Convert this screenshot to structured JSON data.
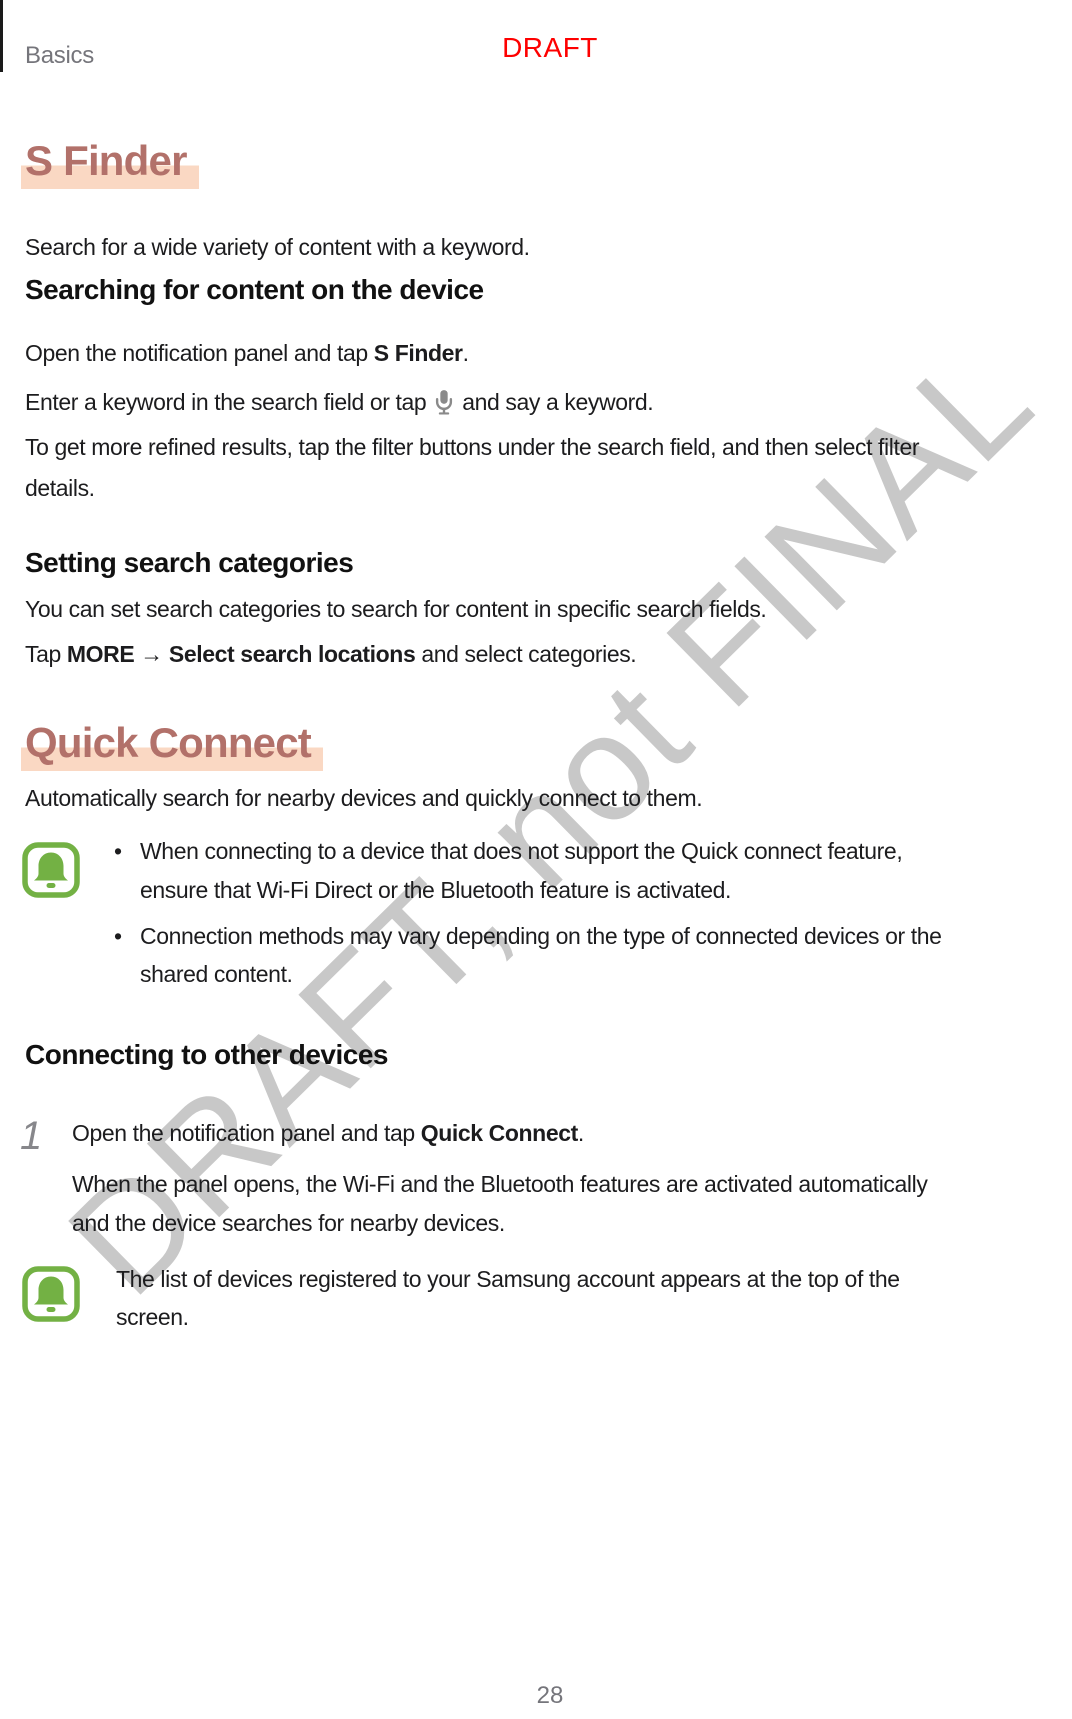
{
  "page": {
    "header": {
      "section_label": "Basics",
      "draft_stamp": "DRAFT"
    },
    "footer": {
      "page_number": "28"
    },
    "watermark": "DRAFT, not FINAL"
  },
  "glyphs": {
    "bullet": "•"
  },
  "colors": {
    "accent_heading": "#b2716a",
    "heading_highlight": "#fad8c3",
    "icon_green": "#73b144",
    "draft_red": "#fe0000",
    "watermark_gray": "#c8c8c8"
  },
  "s_finder": {
    "title": "S Finder",
    "intro": "Search for a wide variety of content with a keyword.",
    "searching": {
      "title": "Searching for content on the device",
      "p1": {
        "pre": "Open the notification panel and tap ",
        "bold": "S Finder",
        "post": "."
      },
      "p2": {
        "pre": "Enter a keyword in the search field or tap",
        "post": "and say a keyword."
      },
      "p3_lines": [
        "To get more refined results, tap the filter buttons under the search field, and then select filter",
        "details."
      ]
    },
    "categories": {
      "title": "Setting search categories",
      "p1": "You can set search categories to search for content in specific search fields.",
      "p2": {
        "pre": "Tap ",
        "bold1": "MORE",
        "arrow": " → ",
        "bold2": "Select search locations",
        "post": " and select categories."
      }
    }
  },
  "quick_connect": {
    "title": "Quick Connect",
    "intro": "Automatically search for nearby devices and quickly connect to them.",
    "note1": {
      "bullets": [
        {
          "lines": [
            "When connecting to a device that does not support the Quick connect feature,",
            "ensure that Wi-Fi Direct or the Bluetooth feature is activated."
          ]
        },
        {
          "lines": [
            "Connection methods may vary depending on the type of connected devices or the",
            "shared content."
          ]
        }
      ]
    },
    "connecting": {
      "title": "Connecting to other devices",
      "step1": {
        "number": "1",
        "pre": "Open the notification panel and tap ",
        "bold": "Quick Connect",
        "post": "."
      },
      "step1_para": [
        "When the panel opens, the Wi-Fi and the Bluetooth features are activated automatically",
        "and the device searches for nearby devices."
      ],
      "note2_lines": [
        "The list of devices registered to your Samsung account appears at the top of the",
        "screen."
      ]
    }
  }
}
